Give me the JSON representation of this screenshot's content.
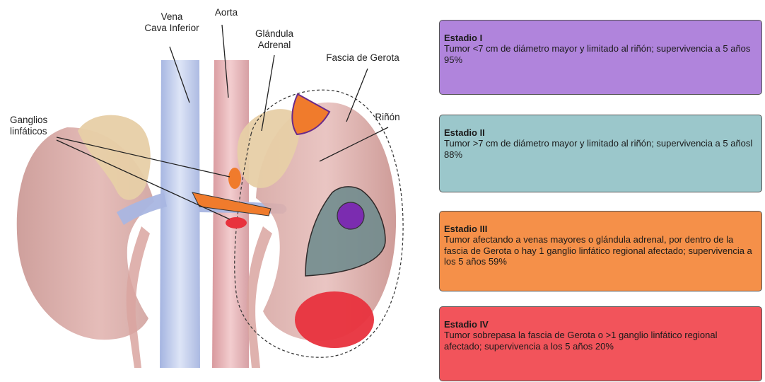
{
  "labels": {
    "vena_cava_line1": "Vena",
    "vena_cava_line2": "Cava Inferior",
    "aorta": "Aorta",
    "adrenal_line1": "Glándula",
    "adrenal_line2": "Adrenal",
    "gerota": "Fascia de Gerota",
    "kidney": "Riñón",
    "lymph_line1": "Ganglios",
    "lymph_line2": "linfáticos"
  },
  "stages": [
    {
      "title": "Estadio I",
      "desc": "Tumor <7 cm de diámetro mayor y limitado al riñón; supervivencia a 5 años 95%",
      "color": "#b084dc"
    },
    {
      "title": "Estadio II",
      "desc": "Tumor >7 cm de diámetro mayor y limitado al riñón; supervivencia a 5 añosl 88%",
      "color": "#9bc7cb"
    },
    {
      "title": "Estadio III",
      "desc": "Tumor afectando a venas mayores o glándula adrenal, por dentro de la fascia de Gerota o hay 1 ganglio linfático regional afectado; supervivencia a los 5 años 59%",
      "color": "#f59049"
    },
    {
      "title": "Estadio IV",
      "desc": "Tumor sobrepasa la fascia de Gerota o >1 ganglio linfático regional afectado; supervivencia a los 5 años  20%",
      "color": "#f2545b"
    }
  ],
  "colors": {
    "vena_cava": "#b7c3e6",
    "aorta": "#e3a9ac",
    "kidney": "#d9a7a3",
    "adrenal": "#e7cfa6",
    "stage1_marker": "#f07b2c",
    "stage2_marker": "#6b8a8c",
    "stage3_marker": "#f07b2c",
    "stage4_marker": "#e8323d"
  },
  "icons": [
    "kidney-illustration"
  ]
}
